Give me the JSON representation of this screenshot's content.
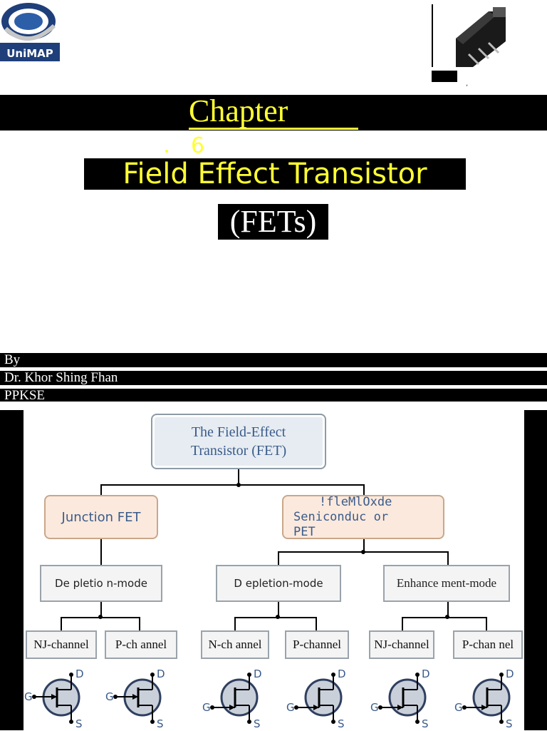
{
  "header": {
    "logo_text": "UniMAP",
    "chapter_label": "Chapter",
    "chapter_number": "6",
    "title_line1": "Field Effect Transistor",
    "title_line2": "(FETs)"
  },
  "author": {
    "line1": "By",
    "line2": "Dr. Khor Shing Fhan",
    "line3": "PPKSE"
  },
  "diagram": {
    "root_line1": "The Field-Effect",
    "root_line2": "Transistor (FET)",
    "jfet": "Junction FET",
    "mosfet_line1": "!fleMlOxde",
    "mosfet_line2": "Seniconduc or",
    "mosfet_line3": "PET",
    "modes": [
      "De pletio n-mode",
      "D epletion-mode",
      "Enhance ment-mode"
    ],
    "channels": [
      "NJ-channel",
      "P-ch annel",
      "N-ch annel",
      "P-channel",
      "NJ-channel",
      "P-chan nel"
    ],
    "terminal_d": "D",
    "terminal_g": "G",
    "terminal_s": "S"
  },
  "colors": {
    "title_yellow": "#ffff33",
    "box_text_blue": "#3a5b8a",
    "peach": "#fbe9dd"
  },
  "icons": [
    "unimap-logo",
    "transistor-package-icon",
    "fet-symbol-icon"
  ]
}
